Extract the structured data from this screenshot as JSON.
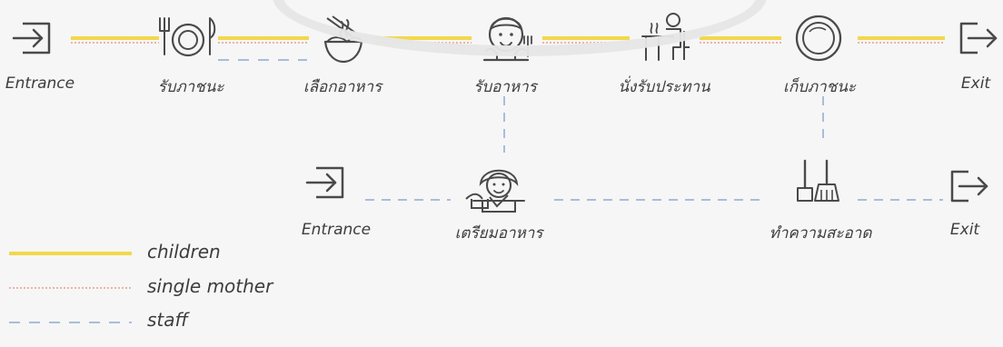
{
  "diagram": {
    "top_row": {
      "nodes": [
        {
          "label": "Entrance",
          "icon": "entrance-icon"
        },
        {
          "label": "รับภาชนะ",
          "icon": "plate-cutlery-icon"
        },
        {
          "label": "เลือกอาหาร",
          "icon": "noodle-bowl-icon"
        },
        {
          "label": "รับอาหาร",
          "icon": "child-eating-icon"
        },
        {
          "label": "นั่งรับประทาน",
          "icon": "dining-seat-icon"
        },
        {
          "label": "เก็บภาชนะ",
          "icon": "plate-icon"
        },
        {
          "label": "Exit",
          "icon": "exit-icon"
        }
      ]
    },
    "bottom_row": {
      "nodes": [
        {
          "label": "Entrance",
          "icon": "entrance-icon"
        },
        {
          "label": "เตรียมอาหาร",
          "icon": "cook-icon"
        },
        {
          "label": "ทำความสะอาด",
          "icon": "cleaning-icon"
        },
        {
          "label": "Exit",
          "icon": "exit-icon"
        }
      ]
    },
    "legend": [
      {
        "label": "children",
        "style": "solid-yellow",
        "color": "#f2d84a"
      },
      {
        "label": "single mother",
        "style": "dotted-pink",
        "color": "#efb2a8"
      },
      {
        "label": "staff",
        "style": "dashed-blue",
        "color": "#a8bddb"
      }
    ],
    "colors": {
      "children": "#f2d84a",
      "single_mother": "#efb2a8",
      "staff": "#a8bddb",
      "icon": "#4a4a4a",
      "background": "#f6f6f6"
    }
  }
}
